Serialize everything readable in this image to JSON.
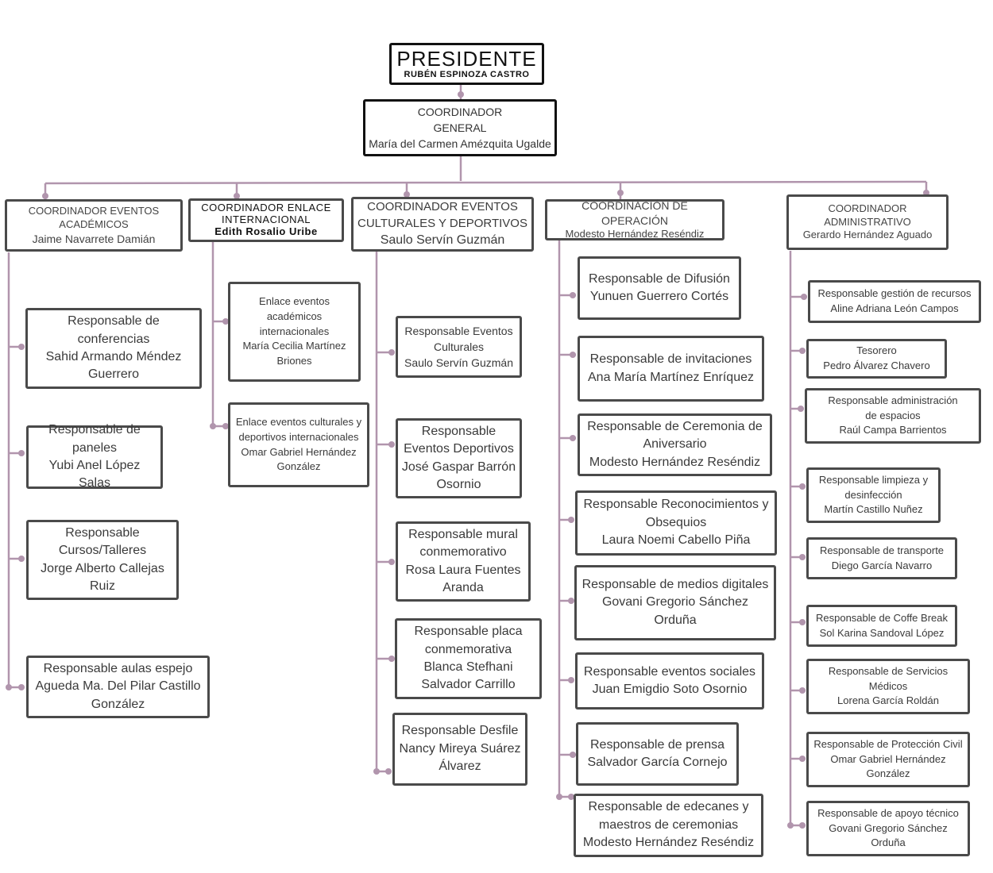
{
  "president": {
    "title": "PRESIDENTE",
    "name": "RUBÉN ESPINOZA CASTRO"
  },
  "general": {
    "line1": "COORDINADOR",
    "line2": "GENERAL",
    "name": "María del Carmen Amézquita Ugalde"
  },
  "coordinators": {
    "academic": {
      "line1": "COORDINADOR EVENTOS",
      "line2": "ACADÉMICOS",
      "name": "Jaime Navarrete Damián"
    },
    "international": {
      "line1": "COORDINADOR ENLACE",
      "line2": "INTERNACIONAL",
      "name": "Edith Rosalio Uribe"
    },
    "cultural": {
      "line1": "COORDINADOR EVENTOS",
      "line2": "CULTURALES Y DEPORTIVOS",
      "name": "Saulo Servín Guzmán"
    },
    "operation": {
      "line1": "COORDINACIÓN DE OPERACIÓN",
      "name": "Modesto Hernández Reséndiz"
    },
    "admin": {
      "line1": "COORDINADOR",
      "line2": "ADMINISTRATIVO",
      "name": "Gerardo Hernández Aguado"
    }
  },
  "academic": [
    {
      "lines": [
        "Responsable de",
        "conferencias",
        "Sahid Armando Méndez",
        "Guerrero"
      ]
    },
    {
      "lines": [
        "Responsable de",
        "paneles",
        "Yubi Anel López Salas"
      ]
    },
    {
      "lines": [
        "Responsable",
        "Cursos/Talleres",
        "Jorge Alberto Callejas",
        "Ruiz"
      ]
    },
    {
      "lines": [
        "Responsable aulas espejo",
        "Agueda Ma. Del Pilar Castillo",
        "González"
      ]
    }
  ],
  "international": [
    {
      "lines": [
        "Enlace eventos",
        "académicos",
        "internacionales",
        "María Cecilia Martínez",
        "Briones"
      ]
    },
    {
      "lines": [
        "Enlace eventos culturales y",
        "deportivos internacionales",
        "Omar Gabriel Hernández",
        "González"
      ]
    }
  ],
  "cultural": [
    {
      "lines": [
        "Responsable Eventos",
        "Culturales",
        "Saulo Servín Guzmán"
      ]
    },
    {
      "lines": [
        "Responsable",
        "Eventos Deportivos",
        "José Gaspar Barrón",
        "Osornio"
      ]
    },
    {
      "lines": [
        "Responsable mural",
        "conmemorativo",
        "Rosa Laura Fuentes",
        "Aranda"
      ]
    },
    {
      "lines": [
        "Responsable placa",
        "conmemorativa",
        "Blanca Stefhani",
        "Salvador Carrillo"
      ]
    },
    {
      "lines": [
        "Responsable Desfile",
        "Nancy Mireya Suárez",
        "Álvarez"
      ]
    }
  ],
  "operation": [
    {
      "lines": [
        "Responsable de Difusión",
        "Yunuen Guerrero Cortés"
      ]
    },
    {
      "lines": [
        "Responsable de invitaciones",
        "Ana María Martínez Enríquez"
      ]
    },
    {
      "lines": [
        "Responsable de Ceremonia de",
        "Aniversario",
        "Modesto Hernández Reséndiz"
      ]
    },
    {
      "lines": [
        "Responsable Reconocimientos y",
        "Obsequios",
        "Laura Noemi Cabello Piña"
      ]
    },
    {
      "lines": [
        "Responsable de medios digitales",
        "Govani Gregorio Sánchez",
        "Orduña"
      ]
    },
    {
      "lines": [
        "Responsable eventos sociales",
        "Juan Emigdio Soto Osornio"
      ]
    },
    {
      "lines": [
        "Responsable de prensa",
        "Salvador García Cornejo"
      ]
    },
    {
      "lines": [
        "Responsable de edecanes y",
        "maestros de ceremonias",
        "Modesto Hernández Reséndiz"
      ]
    }
  ],
  "admin": [
    {
      "lines": [
        "Responsable gestión de recursos",
        "Aline Adriana León Campos"
      ]
    },
    {
      "lines": [
        "Tesorero",
        "Pedro Álvarez Chavero"
      ]
    },
    {
      "lines": [
        "Responsable administración",
        "de espacios",
        "Raúl Campa Barrientos"
      ]
    },
    {
      "lines": [
        "Responsable limpieza y",
        "desinfección",
        "Martín Castillo Nuñez"
      ]
    },
    {
      "lines": [
        "Responsable de transporte",
        "Diego García Navarro"
      ]
    },
    {
      "lines": [
        "Responsable de Coffe Break",
        "Sol Karina Sandoval López"
      ]
    },
    {
      "lines": [
        "Responsable de Servicios",
        "Médicos",
        "Lorena García Roldán"
      ]
    },
    {
      "lines": [
        "Responsable de Protección Civil",
        "Omar Gabriel Hernández",
        "González"
      ]
    },
    {
      "lines": [
        "Responsable de apoyo técnico",
        "Govani Gregorio Sánchez",
        "Orduña"
      ]
    }
  ],
  "colors": {
    "connector": "#b195ad",
    "border": "#4a4a4a",
    "top_border": "#111111"
  }
}
